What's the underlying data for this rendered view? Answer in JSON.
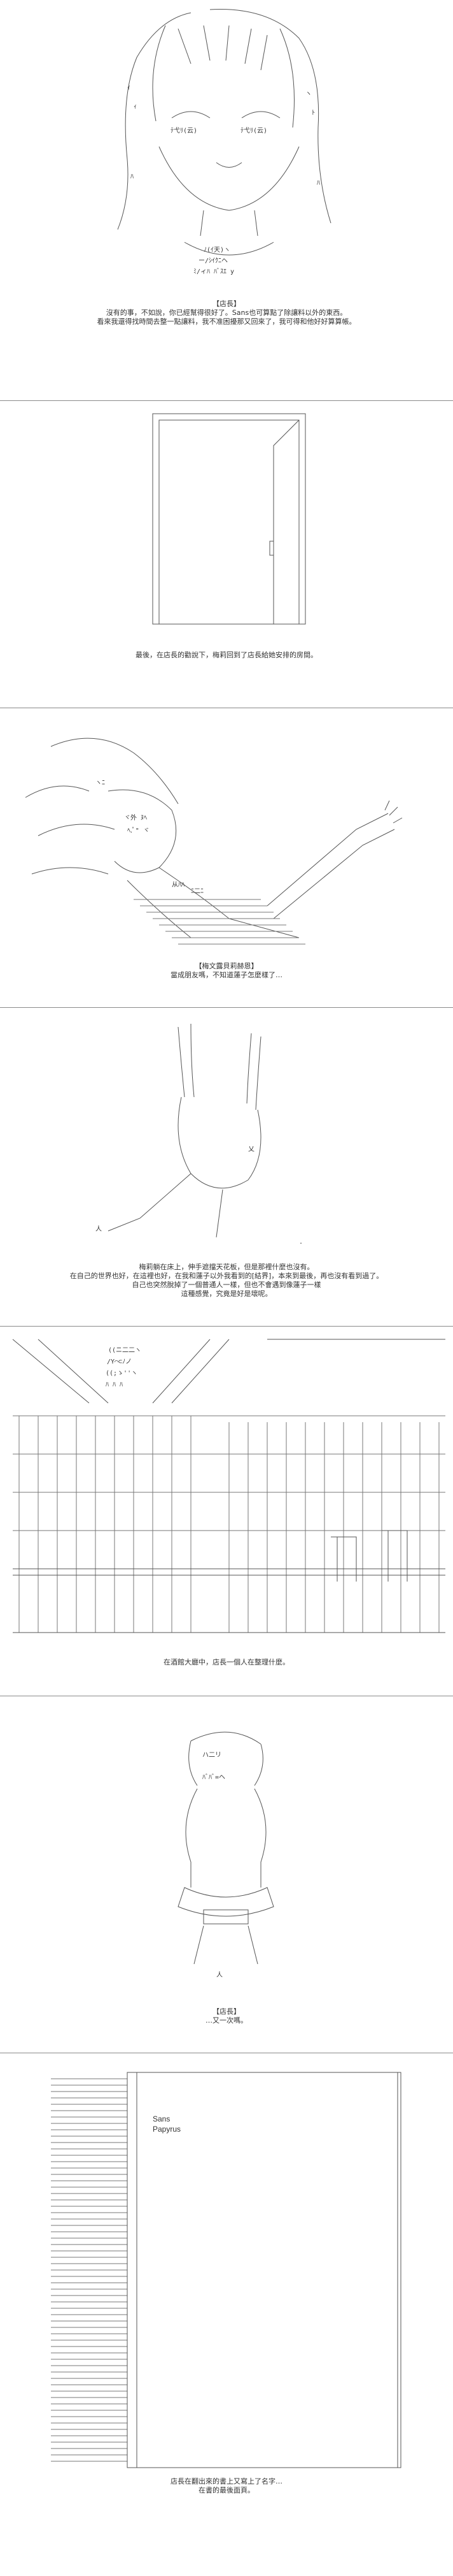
{
  "panels": [
    {
      "speaker": "【店長】",
      "lines": [
        "沒有的事，不如說，你已經幫得很好了。Sans也可算點了除讓料以外的東西。",
        "看來我還得找時間去整一點讓料，我不准困擾那又回來了，我可得和他好好算算帳。"
      ]
    },
    {
      "speaker": "",
      "lines": [
        "最後，在店長的勸說下，梅莉回到了店長給她安排的房間。"
      ]
    },
    {
      "speaker": "【梅文露貝莉赫恩】",
      "lines": [
        "當成朋友嗎，不知道蓮子怎麼樣了…"
      ]
    },
    {
      "speaker": "",
      "lines": [
        "梅莉躺在床上，伸手遮擋天花板，但是那裡什麼也沒有。",
        "在自己的世界也好，在這裡也好，在我和蓮子以外我看到的[結界]，本來到最後，再也沒有看到過了。",
        "自己也突然脫掉了一個普通人一樣，但也不會遇到像蓮子一樣",
        "這種感覺，究竟是好是壞呢。"
      ]
    },
    {
      "speaker": "",
      "lines": [
        "在酒館大廳中，店長一個人在整理什麼。"
      ]
    },
    {
      "speaker": "【店長】",
      "lines": [
        "…又一次嗎。"
      ]
    },
    {
      "speaker": "",
      "lines": [
        "店長在翻出來的書上又寫上了名字…",
        "在書的最後面頁。"
      ]
    }
  ],
  "book_names": [
    "Sans",
    "Papyrus"
  ]
}
